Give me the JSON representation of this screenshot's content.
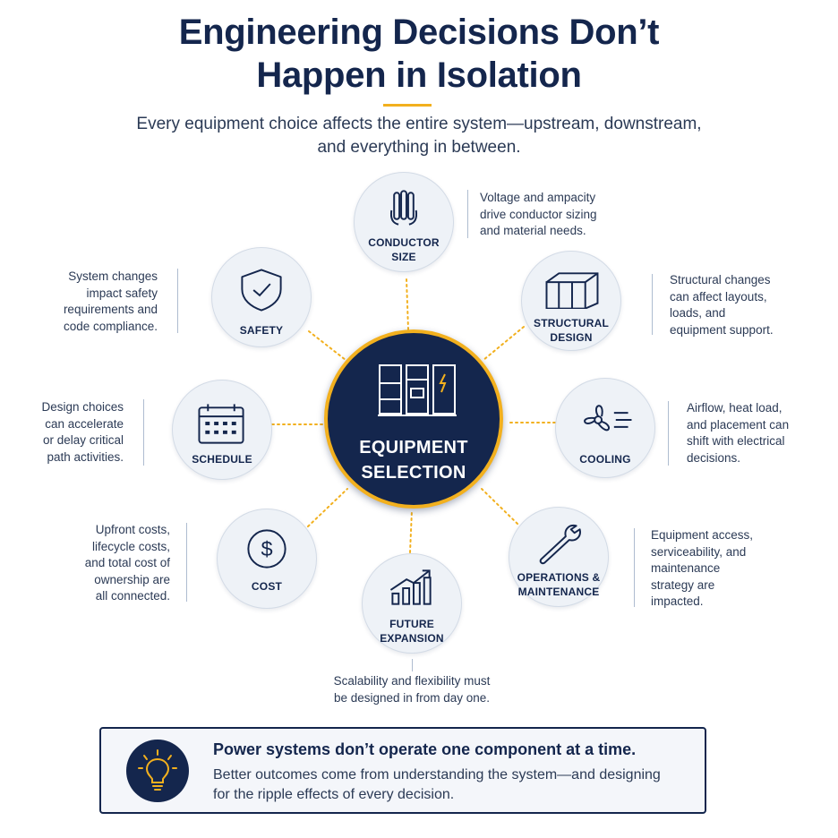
{
  "title": {
    "line1": "Engineering Decisions Don’t",
    "line2": "Happen in Isolation"
  },
  "subtitle": {
    "line1": "Every equipment choice affects the entire system—upstream, downstream,",
    "line2": "and everything in between."
  },
  "center": {
    "line1": "EQUIPMENT",
    "line2": "SELECTION",
    "icon": "electrical-panel-icon"
  },
  "nodes": {
    "conductor": {
      "line1": "CONDUCTOR",
      "line2": "SIZE",
      "icon": "cable-icon",
      "desc": [
        "Voltage and ampacity",
        "drive conductor sizing",
        "and material needs."
      ]
    },
    "structural": {
      "line1": "STRUCTURAL",
      "line2": "DESIGN",
      "icon": "frame-icon",
      "desc": [
        "Structural changes",
        "can affect layouts,",
        "loads, and",
        "equipment support."
      ]
    },
    "cooling": {
      "line1": "COOLING",
      "icon": "fan-icon",
      "desc": [
        "Airflow, heat load,",
        "and placement can",
        "shift with electrical",
        "decisions."
      ]
    },
    "operations": {
      "line1": "OPERATIONS &",
      "line2": "MAINTENANCE",
      "icon": "wrench-icon",
      "desc": [
        "Equipment access,",
        "serviceability, and",
        "maintenance",
        "strategy are",
        "impacted."
      ]
    },
    "future": {
      "line1": "FUTURE",
      "line2": "EXPANSION",
      "icon": "growth-chart-icon",
      "desc": [
        "Scalability and flexibility must",
        "be designed in from day one."
      ]
    },
    "cost": {
      "line1": "COST",
      "icon": "dollar-icon",
      "desc": [
        "Upfront costs,",
        "lifecycle costs,",
        "and total cost of",
        "ownership are",
        "all connected."
      ]
    },
    "schedule": {
      "line1": "SCHEDULE",
      "icon": "calendar-icon",
      "desc": [
        "Design choices",
        "can accelerate",
        "or delay critical",
        "path activities."
      ]
    },
    "safety": {
      "line1": "SAFETY",
      "icon": "shield-check-icon",
      "desc": [
        "System changes",
        "impact safety",
        "requirements and",
        "code compliance."
      ]
    }
  },
  "callout": {
    "icon": "lightbulb-icon",
    "heading": "Power systems don’t operate one component at a time.",
    "line1": "Better outcomes come from understanding the system—and designing",
    "line2": "for the ripple effects of every decision."
  },
  "colors": {
    "navy": "#14264d",
    "accent": "#f2b01e",
    "node_fill": "#eef2f7"
  }
}
